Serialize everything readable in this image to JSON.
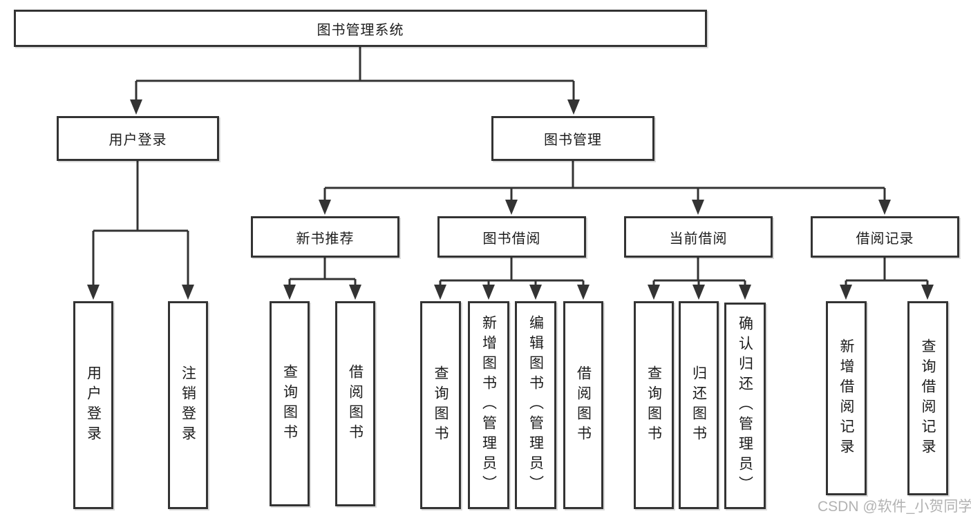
{
  "page": {
    "watermark": "CSDN @软件_小贺同学"
  },
  "colors": {
    "line": "#333333",
    "box_border": "#333333",
    "box_bg": "#ffffff",
    "text": "#1c1c1c",
    "watermark": "#b2b2b2"
  },
  "tree": {
    "root": {
      "label": "图书管理系统"
    },
    "branches": [
      {
        "label": "用户登录",
        "children": [
          {
            "label": "用户登录"
          },
          {
            "label": "注销登录"
          }
        ]
      },
      {
        "label": "图书管理",
        "children": [
          {
            "label": "新书推荐",
            "children": [
              {
                "label": "查询图书"
              },
              {
                "label": "借阅图书"
              }
            ]
          },
          {
            "label": "图书借阅",
            "children": [
              {
                "label": "查询图书"
              },
              {
                "label": "新增图书（管理员）"
              },
              {
                "label": "编辑图书（管理员）"
              },
              {
                "label": "借阅图书"
              }
            ]
          },
          {
            "label": "当前借阅",
            "children": [
              {
                "label": "查询图书"
              },
              {
                "label": "归还图书"
              },
              {
                "label": "确认归还（管理员）"
              }
            ]
          },
          {
            "label": "借阅记录",
            "children": [
              {
                "label": "新增借阅记录"
              },
              {
                "label": "查询借阅记录"
              }
            ]
          }
        ]
      }
    ]
  }
}
